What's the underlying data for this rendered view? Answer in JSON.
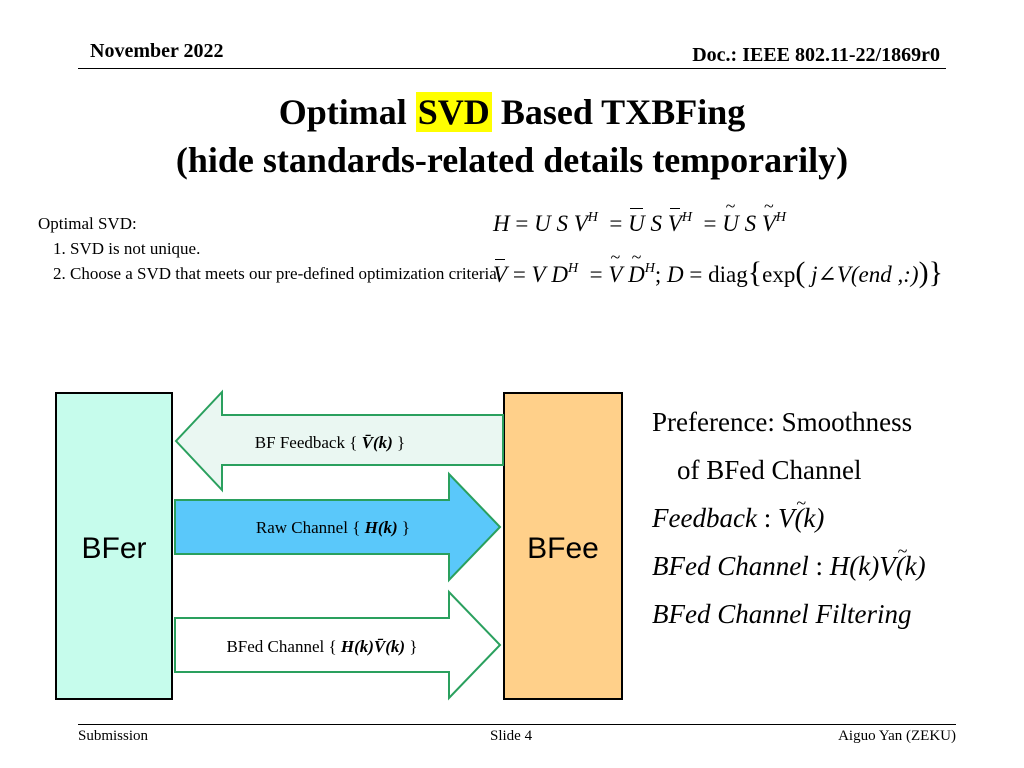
{
  "header": {
    "date": "November 2022",
    "doc": "Doc.: IEEE 802.11-22/1869r0"
  },
  "title": {
    "pre": "Optimal ",
    "highlight": "SVD",
    "post": " Based TXBFing",
    "line2": "(hide standards-related details temporarily)"
  },
  "notes": {
    "heading": "Optimal SVD:",
    "items": [
      "SVD is not unique.",
      "Choose a SVD that meets our pre-defined optimization criteria."
    ]
  },
  "equations": {
    "H": "H",
    "U": "U",
    "S": "S",
    "V": "V",
    "D": "D",
    "sup_H": "H",
    "eq": "=",
    "semicolon": ";",
    "diag": "diag",
    "exp": "exp",
    "j": "j",
    "angle": "∠",
    "end_arg": "(end ,:)",
    "lbrace": "{",
    "rbrace": "}",
    "lparen": "(",
    "rparen": ")"
  },
  "diagram": {
    "bfer": "BFer",
    "bfee": "BFee",
    "feedback": {
      "text": "BF Feedback { ",
      "math": "V̄(k)",
      "close": " }",
      "color": "#eaf7f2"
    },
    "raw": {
      "text": "Raw Channel { ",
      "math": "H(k)",
      "close": " }",
      "color": "#5ac8fa"
    },
    "bfed": {
      "text": "BFed Channel { ",
      "math": "H(k)V̄(k)",
      "close": " }",
      "color": "#ffffff"
    },
    "stroke": "#2aa05e"
  },
  "preference": {
    "line1": "Preference: Smoothness",
    "line2": "of BFed Channel",
    "feedback_label": "Feedback",
    "colon": " : ",
    "feedback_value": "V(k)",
    "bfed_label": "BFed Channel",
    "bfed_value_h": "H(k)",
    "bfed_value_v": "V(k)",
    "filtering": "BFed Channel Filtering"
  },
  "footer": {
    "left": "Submission",
    "center": "Slide 4",
    "right": "Aiguo Yan (ZEKU)"
  }
}
